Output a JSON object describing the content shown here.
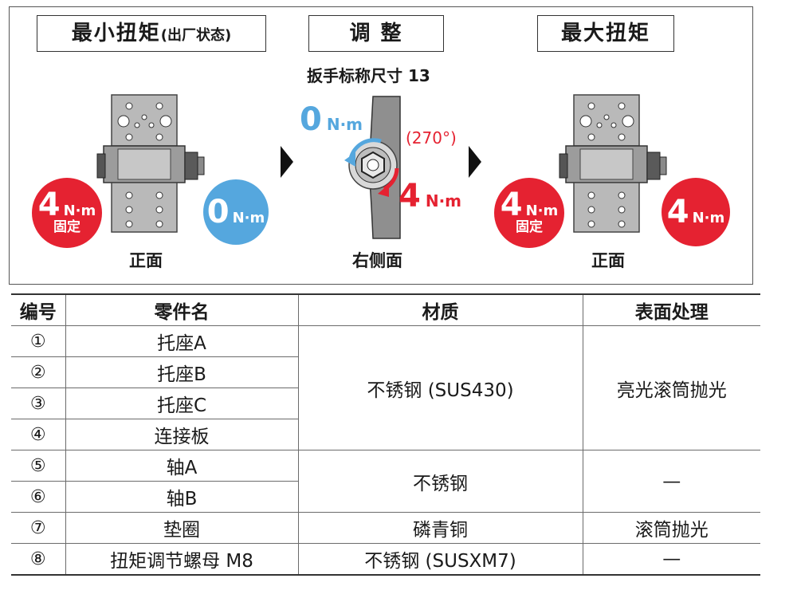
{
  "panels": {
    "min": {
      "title": "最小扭矩",
      "title_sub": "(出厂状态)",
      "view": "正面",
      "left_badge": {
        "value": "4",
        "unit": "N·m",
        "note": "固定"
      },
      "right_badge": {
        "value": "0",
        "unit": "N·m"
      }
    },
    "adjust": {
      "title": "调 整",
      "wrench": "扳手标称尺寸 13",
      "view": "右侧面",
      "start": {
        "value": "0",
        "unit": "N·m"
      },
      "angle": "(270°)",
      "end": {
        "value": "4",
        "unit": "N·m"
      }
    },
    "max": {
      "title": "最大扭矩",
      "view": "正面",
      "left_badge": {
        "value": "4",
        "unit": "N·m",
        "note": "固定"
      },
      "right_badge": {
        "value": "4",
        "unit": "N·m"
      }
    }
  },
  "colors": {
    "red": "#e52231",
    "blue": "#55a7de"
  },
  "table": {
    "headers": [
      "编号",
      "零件名",
      "材质",
      "表面处理"
    ],
    "rows": [
      {
        "no": "①",
        "name": "托座A"
      },
      {
        "no": "②",
        "name": "托座B"
      },
      {
        "no": "③",
        "name": "托座C"
      },
      {
        "no": "④",
        "name": "连接板"
      },
      {
        "no": "⑤",
        "name": "轴A"
      },
      {
        "no": "⑥",
        "name": "轴B"
      },
      {
        "no": "⑦",
        "name": "垫圈"
      },
      {
        "no": "⑧",
        "name": "扭矩调节螺母 M8"
      }
    ],
    "materials": [
      "不锈钢 (SUS430)",
      "不锈钢",
      "磷青铜",
      "不锈钢 (SUSXM7)"
    ],
    "finishes": [
      "亮光滚筒抛光",
      "—",
      "滚筒抛光",
      "—"
    ]
  }
}
